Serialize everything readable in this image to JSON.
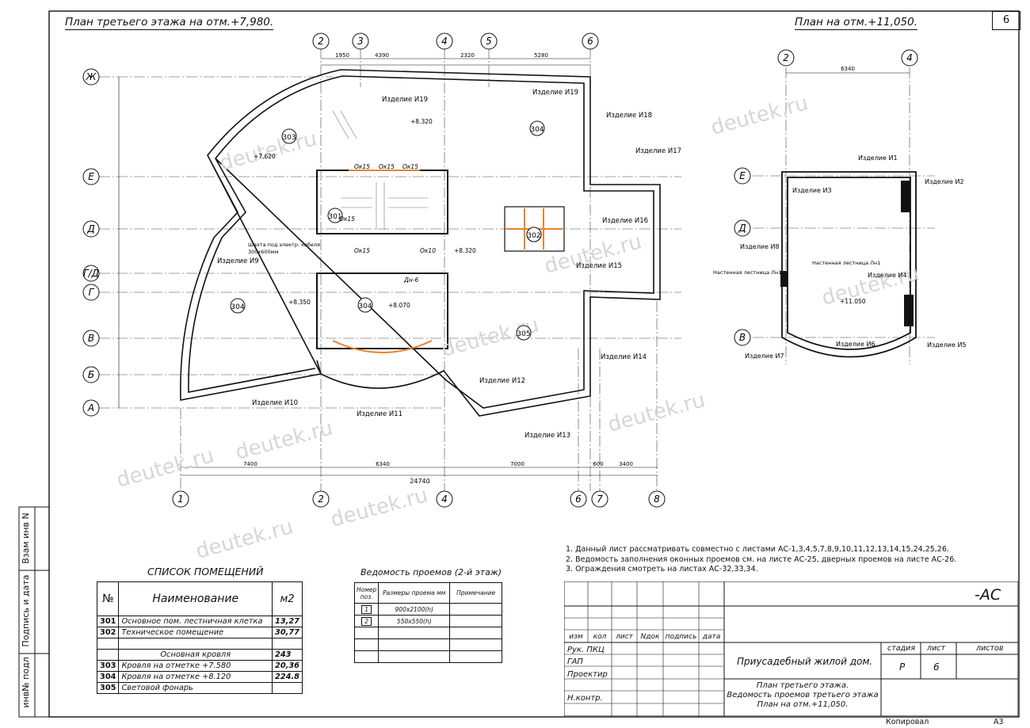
{
  "titles": {
    "left": "План третьего этажа на отм.+7,980.",
    "right": "План на отм.+11,050.",
    "sheet": "6"
  },
  "axes_v": [
    "2",
    "3",
    "4",
    "5",
    "6"
  ],
  "axes_bottom": [
    "1",
    "2",
    "4",
    "6",
    "7",
    "8"
  ],
  "axes_h": [
    "Ж",
    "Е",
    "Д",
    "Г/Д",
    "Г",
    "В",
    "Б",
    "А"
  ],
  "axes_small_h": [
    "Е",
    "Д",
    "В"
  ],
  "axes_small_v": [
    "2",
    "4"
  ],
  "rooms_on_plan": [
    "303",
    "304",
    "301",
    "302",
    "304",
    "304",
    "305"
  ],
  "levels": [
    "+8.320",
    "+7.620",
    "+8.320",
    "+8.350",
    "+8.070",
    "+11.050"
  ],
  "items": [
    "Изделие И19",
    "Изделие И19",
    "Изделие И18",
    "Изделие И17",
    "Изделие И16",
    "Изделие И15",
    "Изделие И14",
    "Изделие И13",
    "Изделие И12",
    "Изделие И11",
    "Изделие И10",
    "Изделие И9"
  ],
  "items_small": [
    "Изделие И1",
    "Изделие И2",
    "Изделие И3",
    "Изделие И4",
    "Изделие И5",
    "Изделие И6",
    "Изделие И7",
    "Изделие И8"
  ],
  "ladders": [
    "Настенная лестница Лн1",
    "Настенная лестница Лн1"
  ],
  "shaft": "Шахта под электр. кабеля 300х600мм",
  "dims_total": "24740",
  "dims_bottom": [
    "7400",
    "6340",
    "7000",
    "600",
    "3400"
  ],
  "dims_top": [
    "1950",
    "4390",
    "2320",
    "5280"
  ],
  "dim_small_top": "6340",
  "windows_openings": [
    "Ок15",
    "Ок15",
    "Ок15",
    "Ок15",
    "Ок15",
    "Ок10"
  ],
  "door": "Дн-6",
  "watermark": "deutek.ru",
  "notes": [
    "1. Данный лист рассматривать совместно с листами АС-1,3,4,5,7,8,9,10,11,12,13,14,15,24,25,26.",
    "2. Ведомость заполнения оконных проемов см. на листе АС-25, дверных проемов на листе АС-26.",
    "3. Ограждения смотреть на листах АС-32,33,34."
  ],
  "rooms_table": {
    "caption": "СПИСОК ПОМЕЩЕНИЙ",
    "head": [
      "№",
      "Наименование",
      "м2"
    ],
    "rows": [
      [
        "301",
        "Основное пом. лестничная клетка",
        "13,27"
      ],
      [
        "302",
        "Техническое помещение",
        "30,77"
      ],
      [
        "",
        "",
        ""
      ],
      [
        "",
        "Основная кровля",
        "243"
      ],
      [
        "303",
        "Кровля на отметке +7.580",
        "20,36"
      ],
      [
        "304",
        "Кровля на отметке +8.120",
        "224.8"
      ],
      [
        "305",
        "Световой фонарь",
        ""
      ]
    ]
  },
  "openings_table": {
    "caption": "Ведомость проемов (2-й этаж)",
    "head": [
      "Номер поз.",
      "Размеры проема мм",
      "Примечание"
    ],
    "rows": [
      [
        "1",
        "900х2100(h)",
        ""
      ],
      [
        "2",
        "550х550(h)",
        ""
      ],
      [
        "",
        "",
        ""
      ],
      [
        "",
        "",
        ""
      ],
      [
        "",
        "",
        ""
      ]
    ]
  },
  "stamp": {
    "code": "-АС",
    "cols": [
      "изм",
      "кол",
      "лист",
      "Nдок",
      "подпись",
      "дата"
    ],
    "roles": [
      "Рук. ПКЦ",
      "ГАП",
      "Проектир",
      "",
      "Н.контр."
    ],
    "project": "Приусадебный жилой дом.",
    "sheet_desc": [
      "План третьего этажа.",
      "Ведомость проемов третьего этажа",
      "План на отм.+11,050."
    ],
    "stage_h": "стадия",
    "sheet_h": "лист",
    "sheets_h": "листов",
    "stage": "Р",
    "sheet": "6",
    "copied": "Копировал",
    "format": "А3"
  },
  "side_stamp": [
    "инв№ подл",
    "Подпись и дата",
    "Взам инв N"
  ]
}
